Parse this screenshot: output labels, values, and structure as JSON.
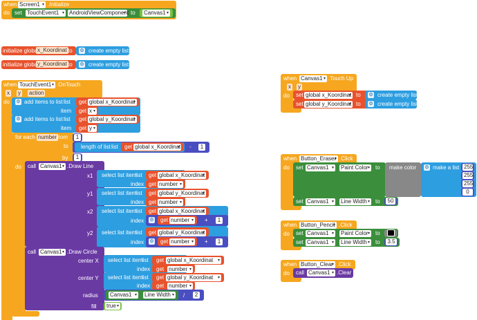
{
  "common": {
    "when": "when",
    "do": "do",
    "set": "set",
    "to": "to",
    "get": "get",
    "call": "call",
    "initialize_global": "initialize global",
    "create_empty_list": "create empty list",
    "add_items_to_list": "add items to list",
    "list": "list",
    "item": "item",
    "for_each": "for each",
    "from": "from",
    "by": "by",
    "length_of_list": "length of list",
    "select_list_item": "select list item",
    "index": "index",
    "make_color": "make color",
    "make_a_list": "make a list",
    "minus": "-",
    "plus": "+",
    "divide": "/"
  },
  "screen_init": {
    "component": "Screen1",
    "event": ".Initialize",
    "prop_component": "TouchEvent1",
    "prop_name": "AndroidViewComponent",
    "value": "Canvas1"
  },
  "globals": {
    "x_var": "x_Koordinat",
    "y_var": "y_Koordinat",
    "x_ref": "global x_Koordinat",
    "y_ref": "global y_Koordinat"
  },
  "ontouch": {
    "component": "TouchEvent1",
    "event": ".OnTouch",
    "param_x": "x",
    "param_y": "y",
    "param_action": "action",
    "loop_var": "number",
    "from_value": "1",
    "minus_value": "1",
    "by_value": "1",
    "canvas": "Canvas1",
    "draw_line": ".Draw Line",
    "draw_circle": ".Draw Circle",
    "x1": "x1",
    "y1": "y1",
    "x2": "x2",
    "y2": "y2",
    "center_x": "center X",
    "center_y": "center Y",
    "radius": "radius",
    "fill": "fill",
    "line_width": "Line Width",
    "divide_value": "2",
    "fill_value": "true"
  },
  "touchup": {
    "component": "Canvas1",
    "event": ".Touch Up"
  },
  "eraser": {
    "component": "Button_Eraser",
    "event": ".Click",
    "canvas": "Canvas1",
    "paint_color": "Paint Color",
    "line_width": "Line Width",
    "rgb": [
      "255",
      "255",
      "255",
      "0"
    ],
    "width_value": "50"
  },
  "pencil": {
    "component": "Button_Pencil",
    "event": ".Click",
    "canvas": "Canvas1",
    "paint_color": "Paint Color",
    "line_width": "Line Width",
    "color": "#000000",
    "width_value": "3.5"
  },
  "clear": {
    "component": "Button_Clear",
    "event": ".Click",
    "canvas": "Canvas1",
    "method": ".Clear"
  }
}
